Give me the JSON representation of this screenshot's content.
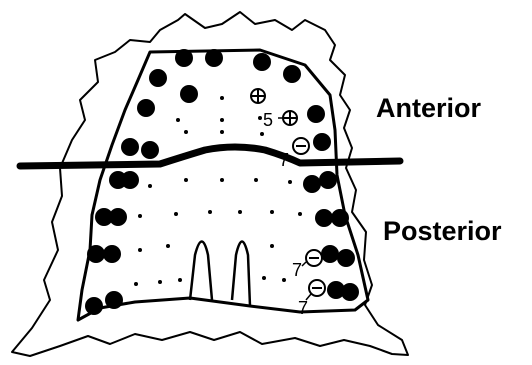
{
  "regions": {
    "anterior": "Anterior",
    "posterior": "Posterior"
  },
  "markers": {
    "plus_label": "5",
    "minus_upper_label": "7",
    "minus_mid_label": "7",
    "minus_lower_label": "7"
  },
  "colors": {
    "ink": "#000000",
    "background": "#ffffff"
  }
}
